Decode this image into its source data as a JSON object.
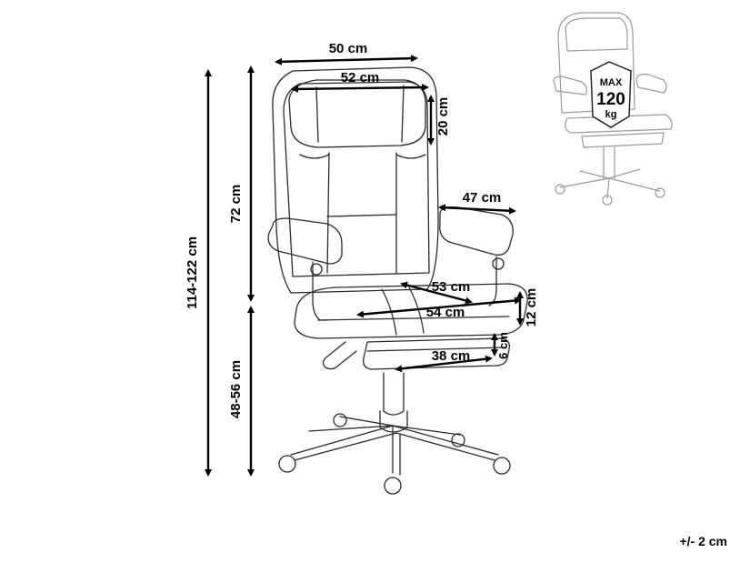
{
  "dimensions": {
    "total_height": "114-122 cm",
    "back_height": "72 cm",
    "seat_height": "48-56 cm",
    "back_width": "50 cm",
    "headrest_width": "52 cm",
    "headrest_height": "20 cm",
    "armrest_length": "47 cm",
    "seat_width": "54 cm",
    "seat_depth": "53 cm",
    "seat_thickness": "12 cm",
    "footrest_width": "38 cm",
    "footrest_thickness": "6 cm"
  },
  "max_load": {
    "prefix": "MAX",
    "value": "120",
    "unit": "kg"
  },
  "tolerance": "+/- 2 cm"
}
